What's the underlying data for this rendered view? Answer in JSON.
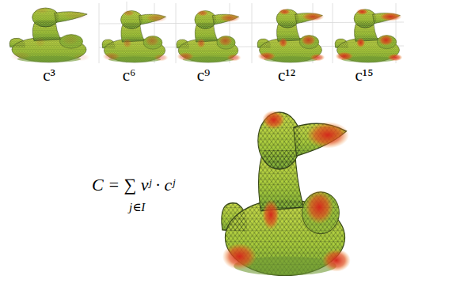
{
  "diagram": {
    "labels": [
      "c³",
      "c⁶",
      "c⁹",
      "c¹²",
      "c¹⁵",
      "C = ∑ vʲ · cʲ",
      "j∈I"
    ]
  }
}
